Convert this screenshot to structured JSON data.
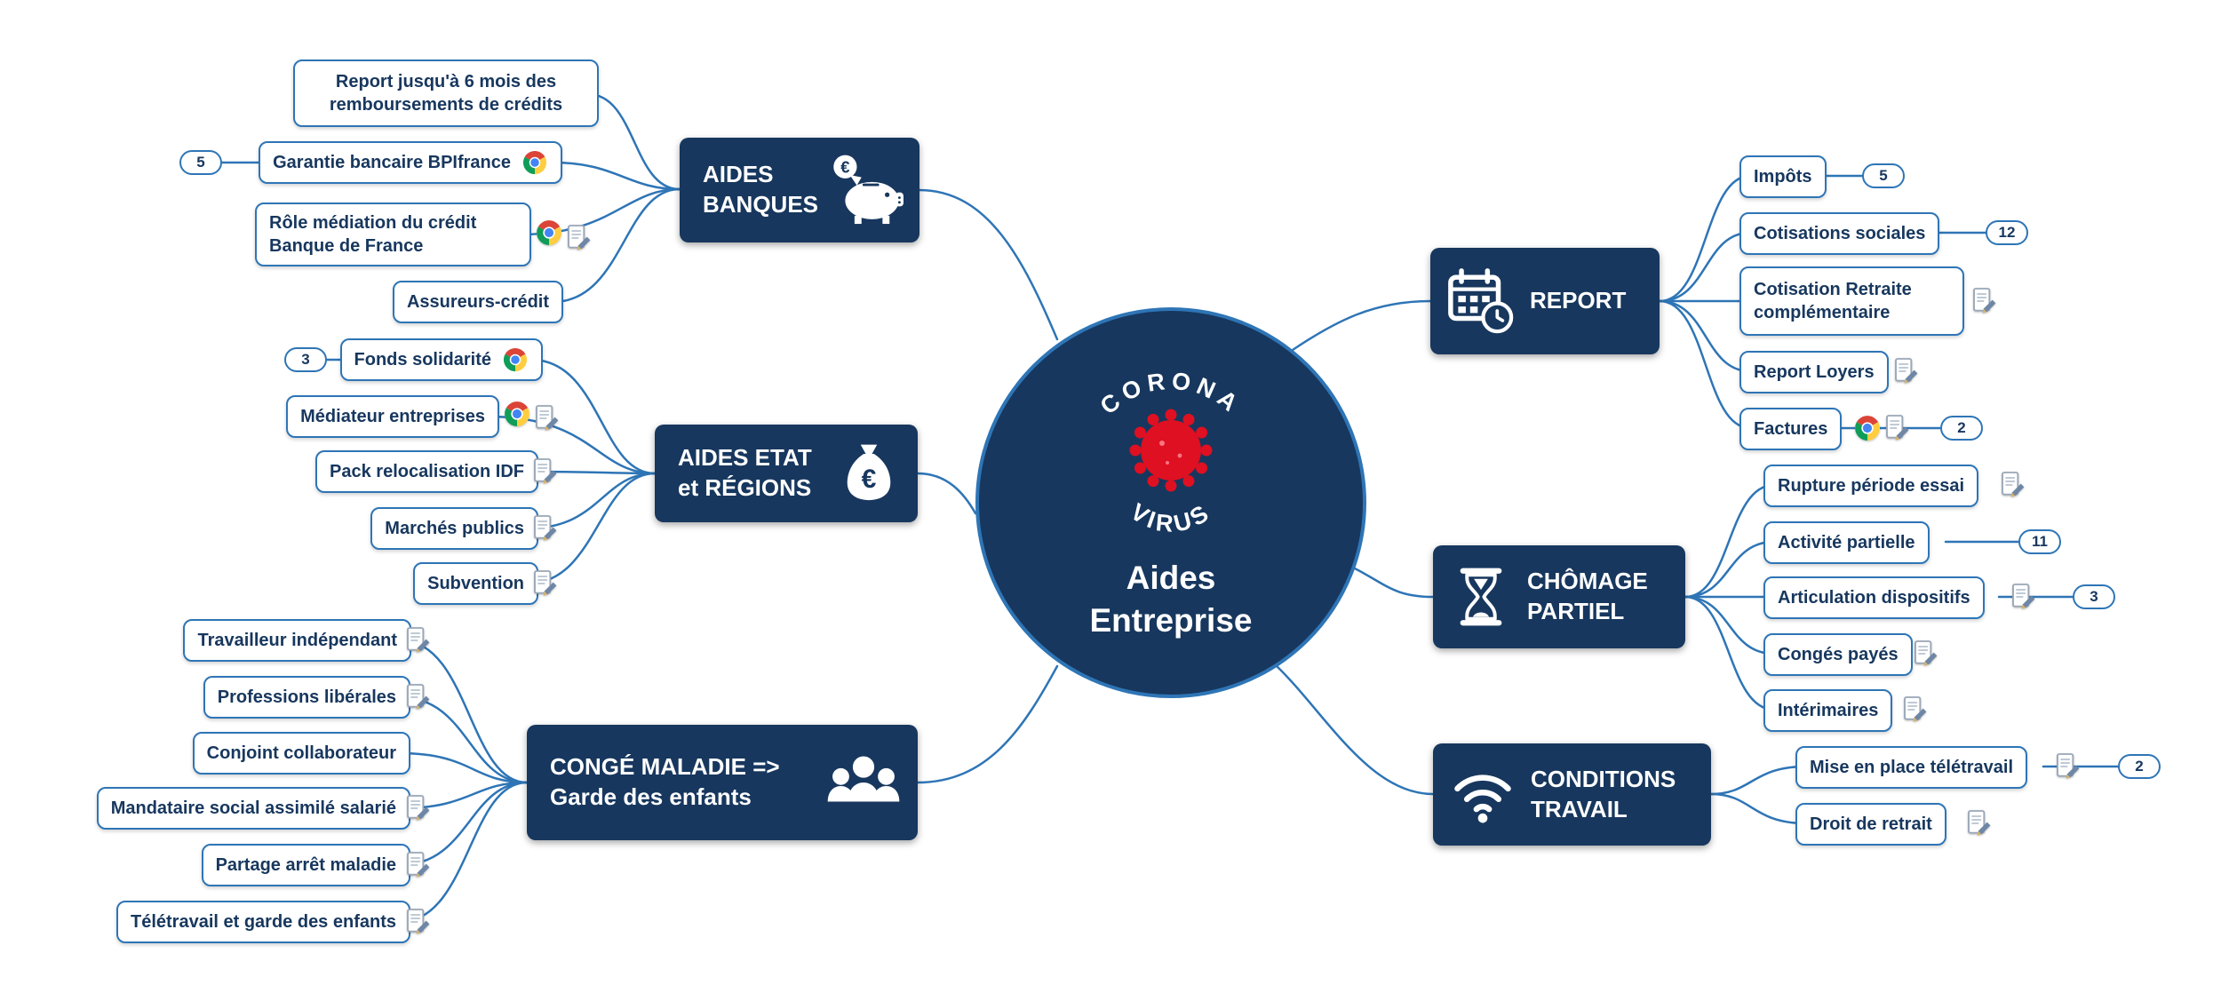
{
  "colors": {
    "navy": "#17375E",
    "line_blue": "#2E75B6",
    "virus_red": "#DE1021",
    "white": "#FFFFFF"
  },
  "center": {
    "arc_top": "CORONA",
    "arc_bottom": "VIRUS",
    "line1": "Aides",
    "line2": "Entreprise"
  },
  "topics": {
    "banques": {
      "line1": "AIDES",
      "line2": "BANQUES",
      "icon": "piggy-bank-euro"
    },
    "etat": {
      "line1": "AIDES ETAT",
      "line2": "et RÉGIONS",
      "icon": "money-bag-euro"
    },
    "conge": {
      "line1": "CONGÉ MALADIE =>",
      "line2": "Garde des enfants",
      "icon": "people-group"
    },
    "report": {
      "line1": "REPORT",
      "line2": "",
      "icon": "calendar-clock"
    },
    "chomage": {
      "line1": "CHÔMAGE",
      "line2": "PARTIEL",
      "icon": "hourglass"
    },
    "conditions": {
      "line1": "CONDITIONS",
      "line2": "TRAVAIL",
      "icon": "wifi"
    }
  },
  "children": {
    "banques": [
      {
        "label": "Report jusqu'à 6 mois des remboursements de crédits"
      },
      {
        "label": "Garantie bancaire BPIfrance",
        "badge": "5",
        "icons": [
          "chrome"
        ]
      },
      {
        "label": "Rôle médiation du crédit Banque de France",
        "icons": [
          "chrome",
          "doc"
        ]
      },
      {
        "label": "Assureurs-crédit"
      }
    ],
    "etat": [
      {
        "label": "Fonds solidarité",
        "badge": "3",
        "icons": [
          "chrome"
        ]
      },
      {
        "label": "Médiateur entreprises",
        "icons": [
          "chrome",
          "doc"
        ]
      },
      {
        "label": "Pack relocalisation IDF",
        "icons": [
          "doc"
        ]
      },
      {
        "label": "Marchés publics",
        "icons": [
          "doc"
        ]
      },
      {
        "label": "Subvention",
        "icons": [
          "doc"
        ]
      }
    ],
    "conge": [
      {
        "label": "Travailleur indépendant",
        "icons": [
          "doc"
        ]
      },
      {
        "label": "Professions libérales",
        "icons": [
          "doc"
        ]
      },
      {
        "label": "Conjoint collaborateur"
      },
      {
        "label": "Mandataire social assimilé salarié",
        "icons": [
          "doc"
        ]
      },
      {
        "label": "Partage arrêt maladie",
        "icons": [
          "doc"
        ]
      },
      {
        "label": "Télétravail et garde des enfants",
        "icons": [
          "doc"
        ]
      }
    ],
    "report": [
      {
        "label": "Impôts",
        "badge": "5"
      },
      {
        "label": "Cotisations sociales",
        "badge": "12"
      },
      {
        "label": "Cotisation Retraite complémentaire",
        "icons": [
          "doc"
        ]
      },
      {
        "label": "Report Loyers",
        "icons": [
          "doc"
        ]
      },
      {
        "label": "Factures",
        "badge": "2",
        "icons": [
          "chrome",
          "doc"
        ]
      }
    ],
    "chomage": [
      {
        "label": "Rupture période essai",
        "icons": [
          "doc"
        ]
      },
      {
        "label": "Activité partielle",
        "badge": "11"
      },
      {
        "label": "Articulation dispositifs",
        "badge": "3",
        "icons": [
          "doc"
        ]
      },
      {
        "label": "Congés payés",
        "icons": [
          "doc"
        ]
      },
      {
        "label": "Intérimaires",
        "icons": [
          "doc"
        ]
      }
    ],
    "conditions": [
      {
        "label": "Mise en place télétravail",
        "badge": "2",
        "icons": [
          "doc"
        ]
      },
      {
        "label": "Droit de retrait",
        "icons": [
          "doc"
        ]
      }
    ]
  }
}
